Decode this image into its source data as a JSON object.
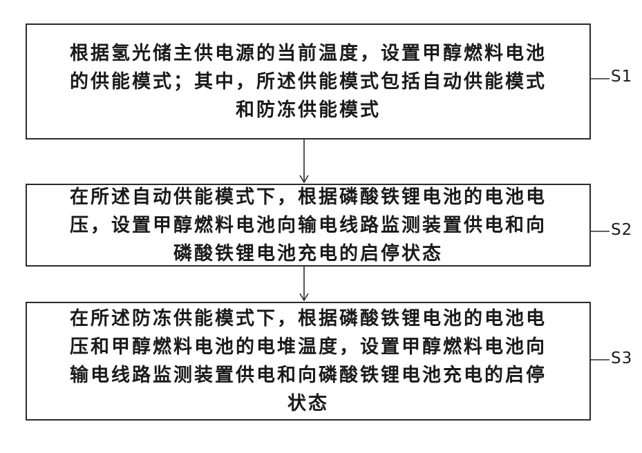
{
  "steps": [
    {
      "id": "S1",
      "text": "根据氢光储主供电源的当前温度，设置甲醇燃料电池\n的供能模式；其中，所述供能模式包括自动供能模式\n和防冻供能模式"
    },
    {
      "id": "S2",
      "text": "在所述自动供能模式下，根据磷酸铁锂电池的电池电\n压，设置甲醇燃料电池向输电线路监测装置供电和向\n磷酸铁锂电池充电的启停状态"
    },
    {
      "id": "S3",
      "text": "在所述防冻供能模式下，根据磷酸铁锂电池的电池电\n压和甲醇燃料电池的电堆温度，设置甲醇燃料电池向\n输电线路监测装置供电和向磷酸铁锂电池充电的启停\n状态"
    }
  ]
}
